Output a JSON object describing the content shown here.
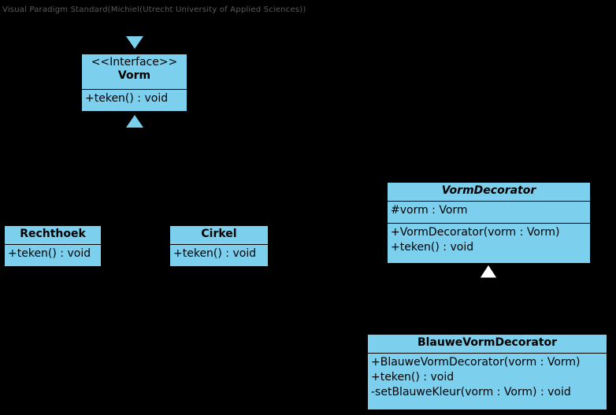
{
  "watermark": {
    "text": "Visual Paradigm Standard(Michiel(Utrecht University of Applied Sciences))"
  },
  "diagram": {
    "type": "uml-class-diagram",
    "fill_color": "#7CD0EE",
    "line_color": "#000000",
    "background_color": "#000000",
    "classes": [
      {
        "id": "vorm",
        "stereotype": "<<Interface>>",
        "name": "Vorm",
        "abstract": false,
        "attributes": [],
        "operations": [
          "+teken() : void"
        ]
      },
      {
        "id": "rechthoek",
        "stereotype": "",
        "name": "Rechthoek",
        "abstract": false,
        "attributes": [],
        "operations": [
          "+teken() : void"
        ]
      },
      {
        "id": "cirkel",
        "stereotype": "",
        "name": "Cirkel",
        "abstract": false,
        "attributes": [],
        "operations": [
          "+teken() : void"
        ]
      },
      {
        "id": "vormdecorator",
        "stereotype": "",
        "name": "VormDecorator",
        "abstract": true,
        "attributes": [
          "#vorm : Vorm"
        ],
        "operations": [
          "+VormDecorator(vorm : Vorm)",
          "+teken() : void"
        ]
      },
      {
        "id": "blauwevormdecorator",
        "stereotype": "",
        "name": "BlauweVormDecorator",
        "abstract": false,
        "attributes": [],
        "operations": [
          "+BlauweVormDecorator(vorm : Vorm)",
          "+teken() : void",
          "-setBlauweKleur(vorm : Vorm) : void"
        ]
      }
    ],
    "connectors": [
      {
        "id": "arrow-above-vorm",
        "kind": "realization-arrowhead-down",
        "filled": true,
        "color": "#7CD0EE"
      },
      {
        "id": "arrow-below-vorm",
        "kind": "realization-arrowhead-up",
        "filled": true,
        "color": "#7CD0EE"
      },
      {
        "id": "arrow-below-vormdecorator",
        "kind": "generalization-arrowhead-up",
        "filled": false,
        "color": "#FFFFFF"
      }
    ]
  }
}
